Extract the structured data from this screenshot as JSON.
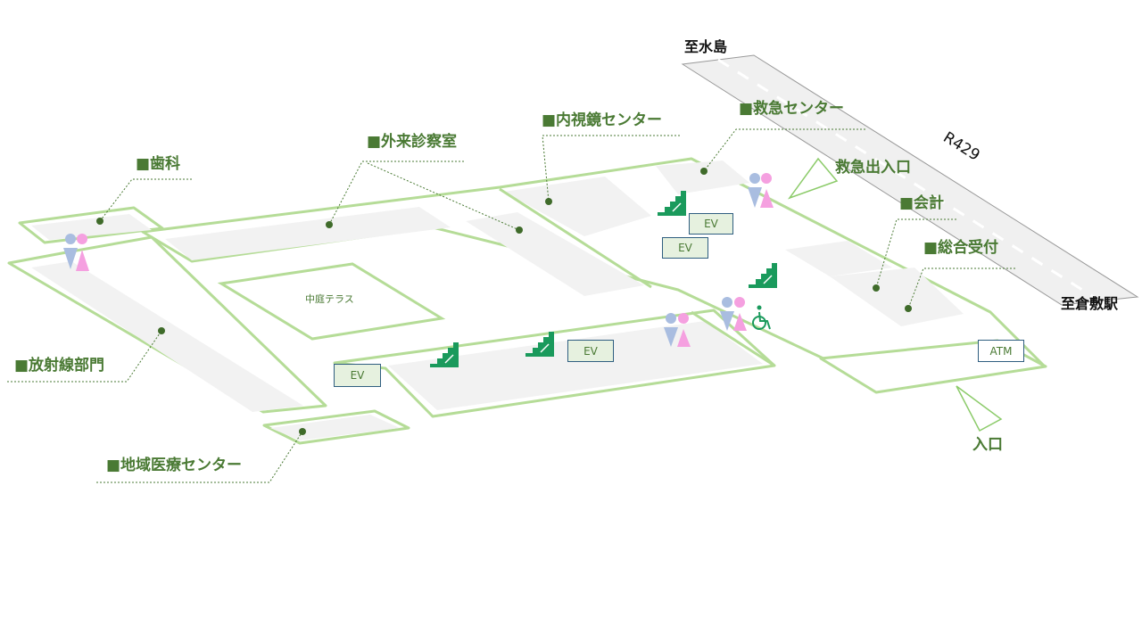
{
  "roads": {
    "to_mizushima": "至水島",
    "to_kurashiki": "至倉敷駅",
    "route_number": "R429"
  },
  "departments": {
    "dental": "■歯科",
    "outpatient": "■外来診察室",
    "endoscopy": "■内視鏡センター",
    "emergency": "■救急センター",
    "accounting": "■会計",
    "general_reception": "■総合受付",
    "radiology": "■放射線部門",
    "regional_medical": "■地域医療センター"
  },
  "entrances": {
    "emergency_entrance": "救急出入口",
    "main_entrance": "入口"
  },
  "areas": {
    "courtyard": "中庭テラス"
  },
  "facilities": {
    "elevator": "EV",
    "atm": "ATM"
  },
  "colors": {
    "building_outline": "#b5dc97",
    "floor_fill": "#f2f2f2",
    "label_green": "#4a7a34",
    "stairs_green": "#1a9a5c",
    "male_icon": "#a9bde0",
    "female_icon": "#f5a0e0"
  }
}
